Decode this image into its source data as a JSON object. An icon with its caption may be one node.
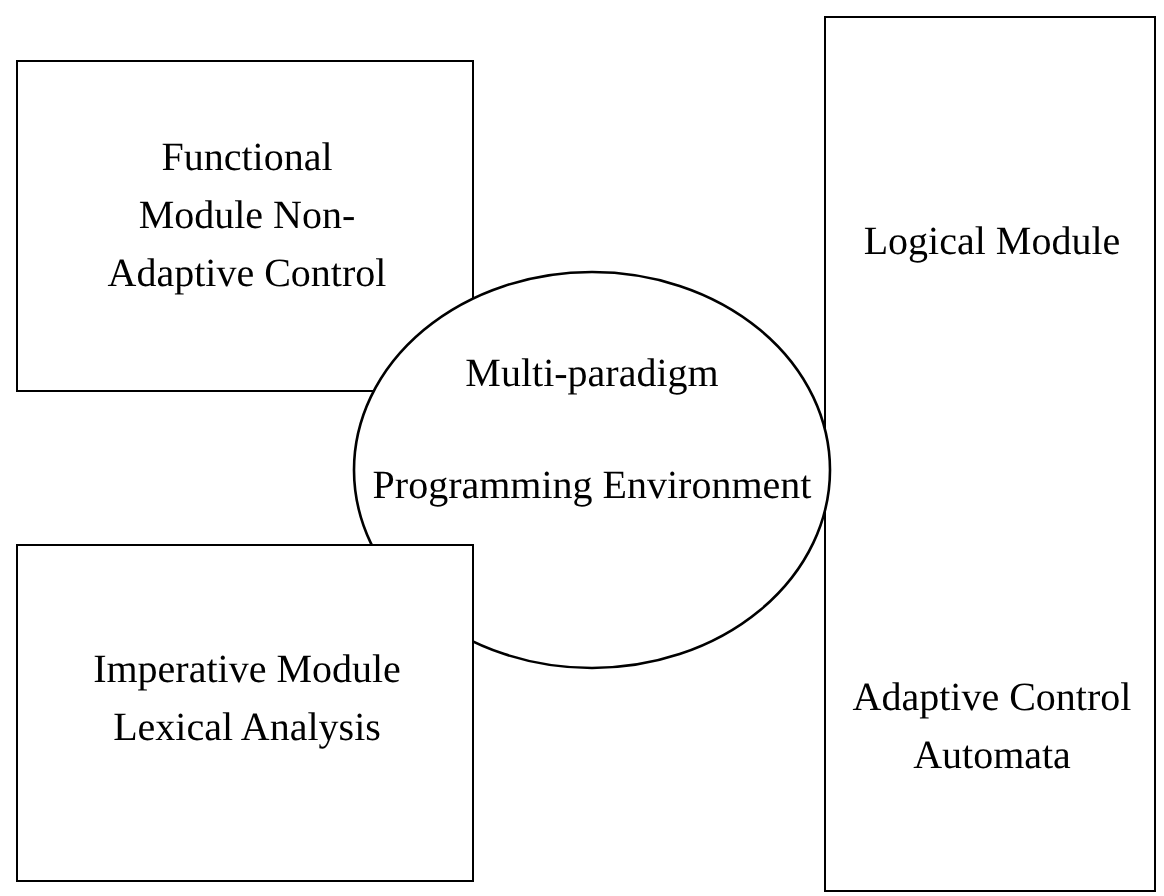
{
  "diagram": {
    "nodes": [
      {
        "text": [
          "Functional Module Non-Adaptive Control"
        ]
      },
      {
        "text": [
          "Logical Module",
          "Adaptive Control Automata"
        ]
      },
      {
        "text": [
          "Multi-paradigm",
          "Programming Environment"
        ]
      },
      {
        "text": [
          "Imperative Module Lexical Analysis"
        ]
      }
    ]
  }
}
